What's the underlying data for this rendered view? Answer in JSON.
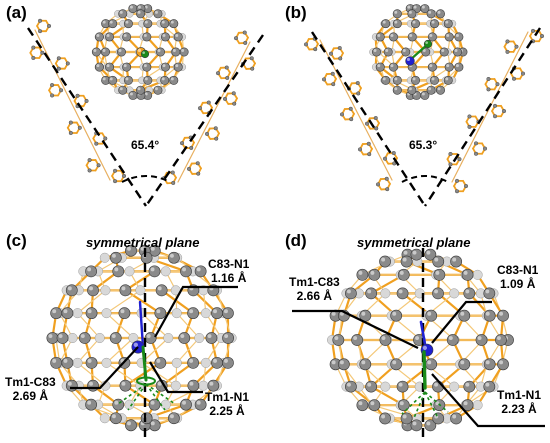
{
  "panels": [
    {
      "letter": "(a)",
      "angle": "65.4°"
    },
    {
      "letter": "(b)",
      "angle": "65.3°"
    },
    {
      "letter": "(c)",
      "plane_label": "symmetrical plane",
      "labels": [
        {
          "name": "C83-N1",
          "value": "1.16 Å"
        },
        {
          "name": "Tm1-C83",
          "value": "2.69 Å"
        },
        {
          "name": "Tm1-N1",
          "value": "2.25 Å"
        }
      ]
    },
    {
      "letter": "(d)",
      "plane_label": "symmetrical plane",
      "labels": [
        {
          "name": "Tm1-C83",
          "value": "2.66 Å"
        },
        {
          "name": "C83-N1",
          "value": "1.09 Å"
        },
        {
          "name": "Tm1-N1",
          "value": "2.23 Å"
        }
      ]
    }
  ],
  "colors": {
    "bond": "#f0a020",
    "atom": "#8a8a8a",
    "nitrogen": "#2020d0",
    "thulium": "#1a8a1a",
    "dashed": "#000000"
  }
}
